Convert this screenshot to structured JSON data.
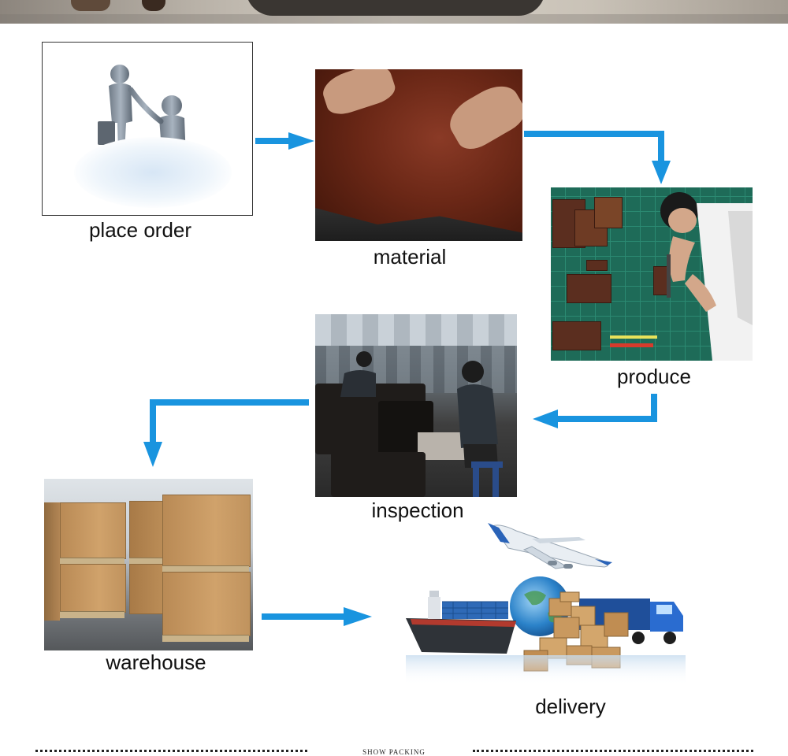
{
  "steps": {
    "place_order": "place order",
    "material": "material",
    "produce": "produce",
    "inspection": "inspection",
    "warehouse": "warehouse",
    "delivery": "delivery"
  },
  "footer": {
    "caption": "SHOW PACKING"
  },
  "colors": {
    "arrow": "#1994df",
    "text": "#111111",
    "leather": "#6a2716",
    "cutting_mat": "#1e6b58",
    "carton": "#c9995f"
  },
  "icons": {
    "arrow": "arrow-icon",
    "handshake": "handshake-figures",
    "transport": "plane-ship-truck"
  }
}
